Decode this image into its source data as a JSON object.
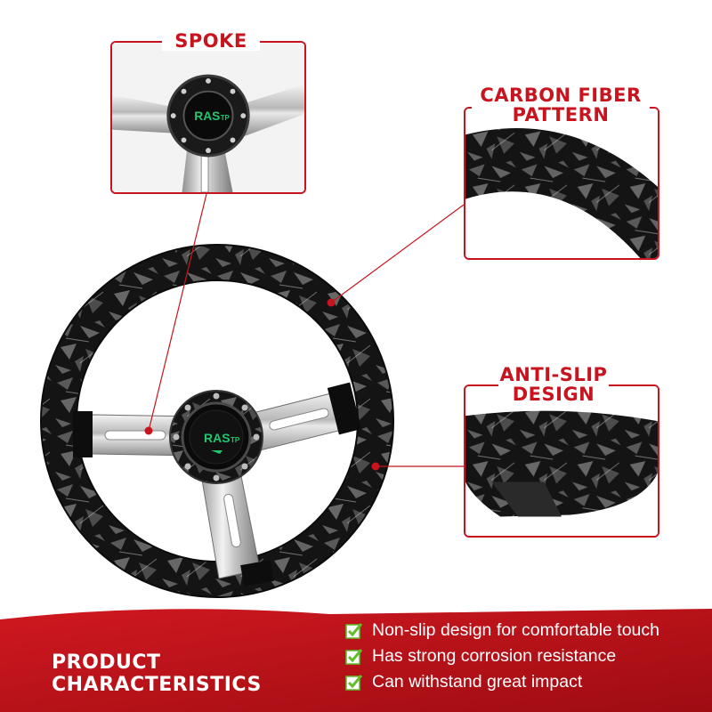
{
  "callouts": {
    "spoke": {
      "title": "SPOKE"
    },
    "carbon": {
      "title_line1": "CARBON FIBER",
      "title_line2": "PATTERN"
    },
    "antislip": {
      "title_line1": "ANTI-SLIP",
      "title_line2": "DESIGN"
    }
  },
  "hub_logo": {
    "main": "RAS",
    "sub": "TP"
  },
  "product": {
    "title_line1": "PRODUCT",
    "title_line2": "CHARACTERISTICS",
    "features": [
      "Non-slip design for comfortable touch",
      "Has strong corrosion resistance",
      "Can withstand great impact"
    ]
  },
  "icons": {
    "feature_bullet": "checkbox-check-icon"
  },
  "colors": {
    "accent_red": "#c8141e",
    "banner_red": "#c01018",
    "check_green": "#5fbf2a",
    "logo_green": "#1ec86e"
  }
}
